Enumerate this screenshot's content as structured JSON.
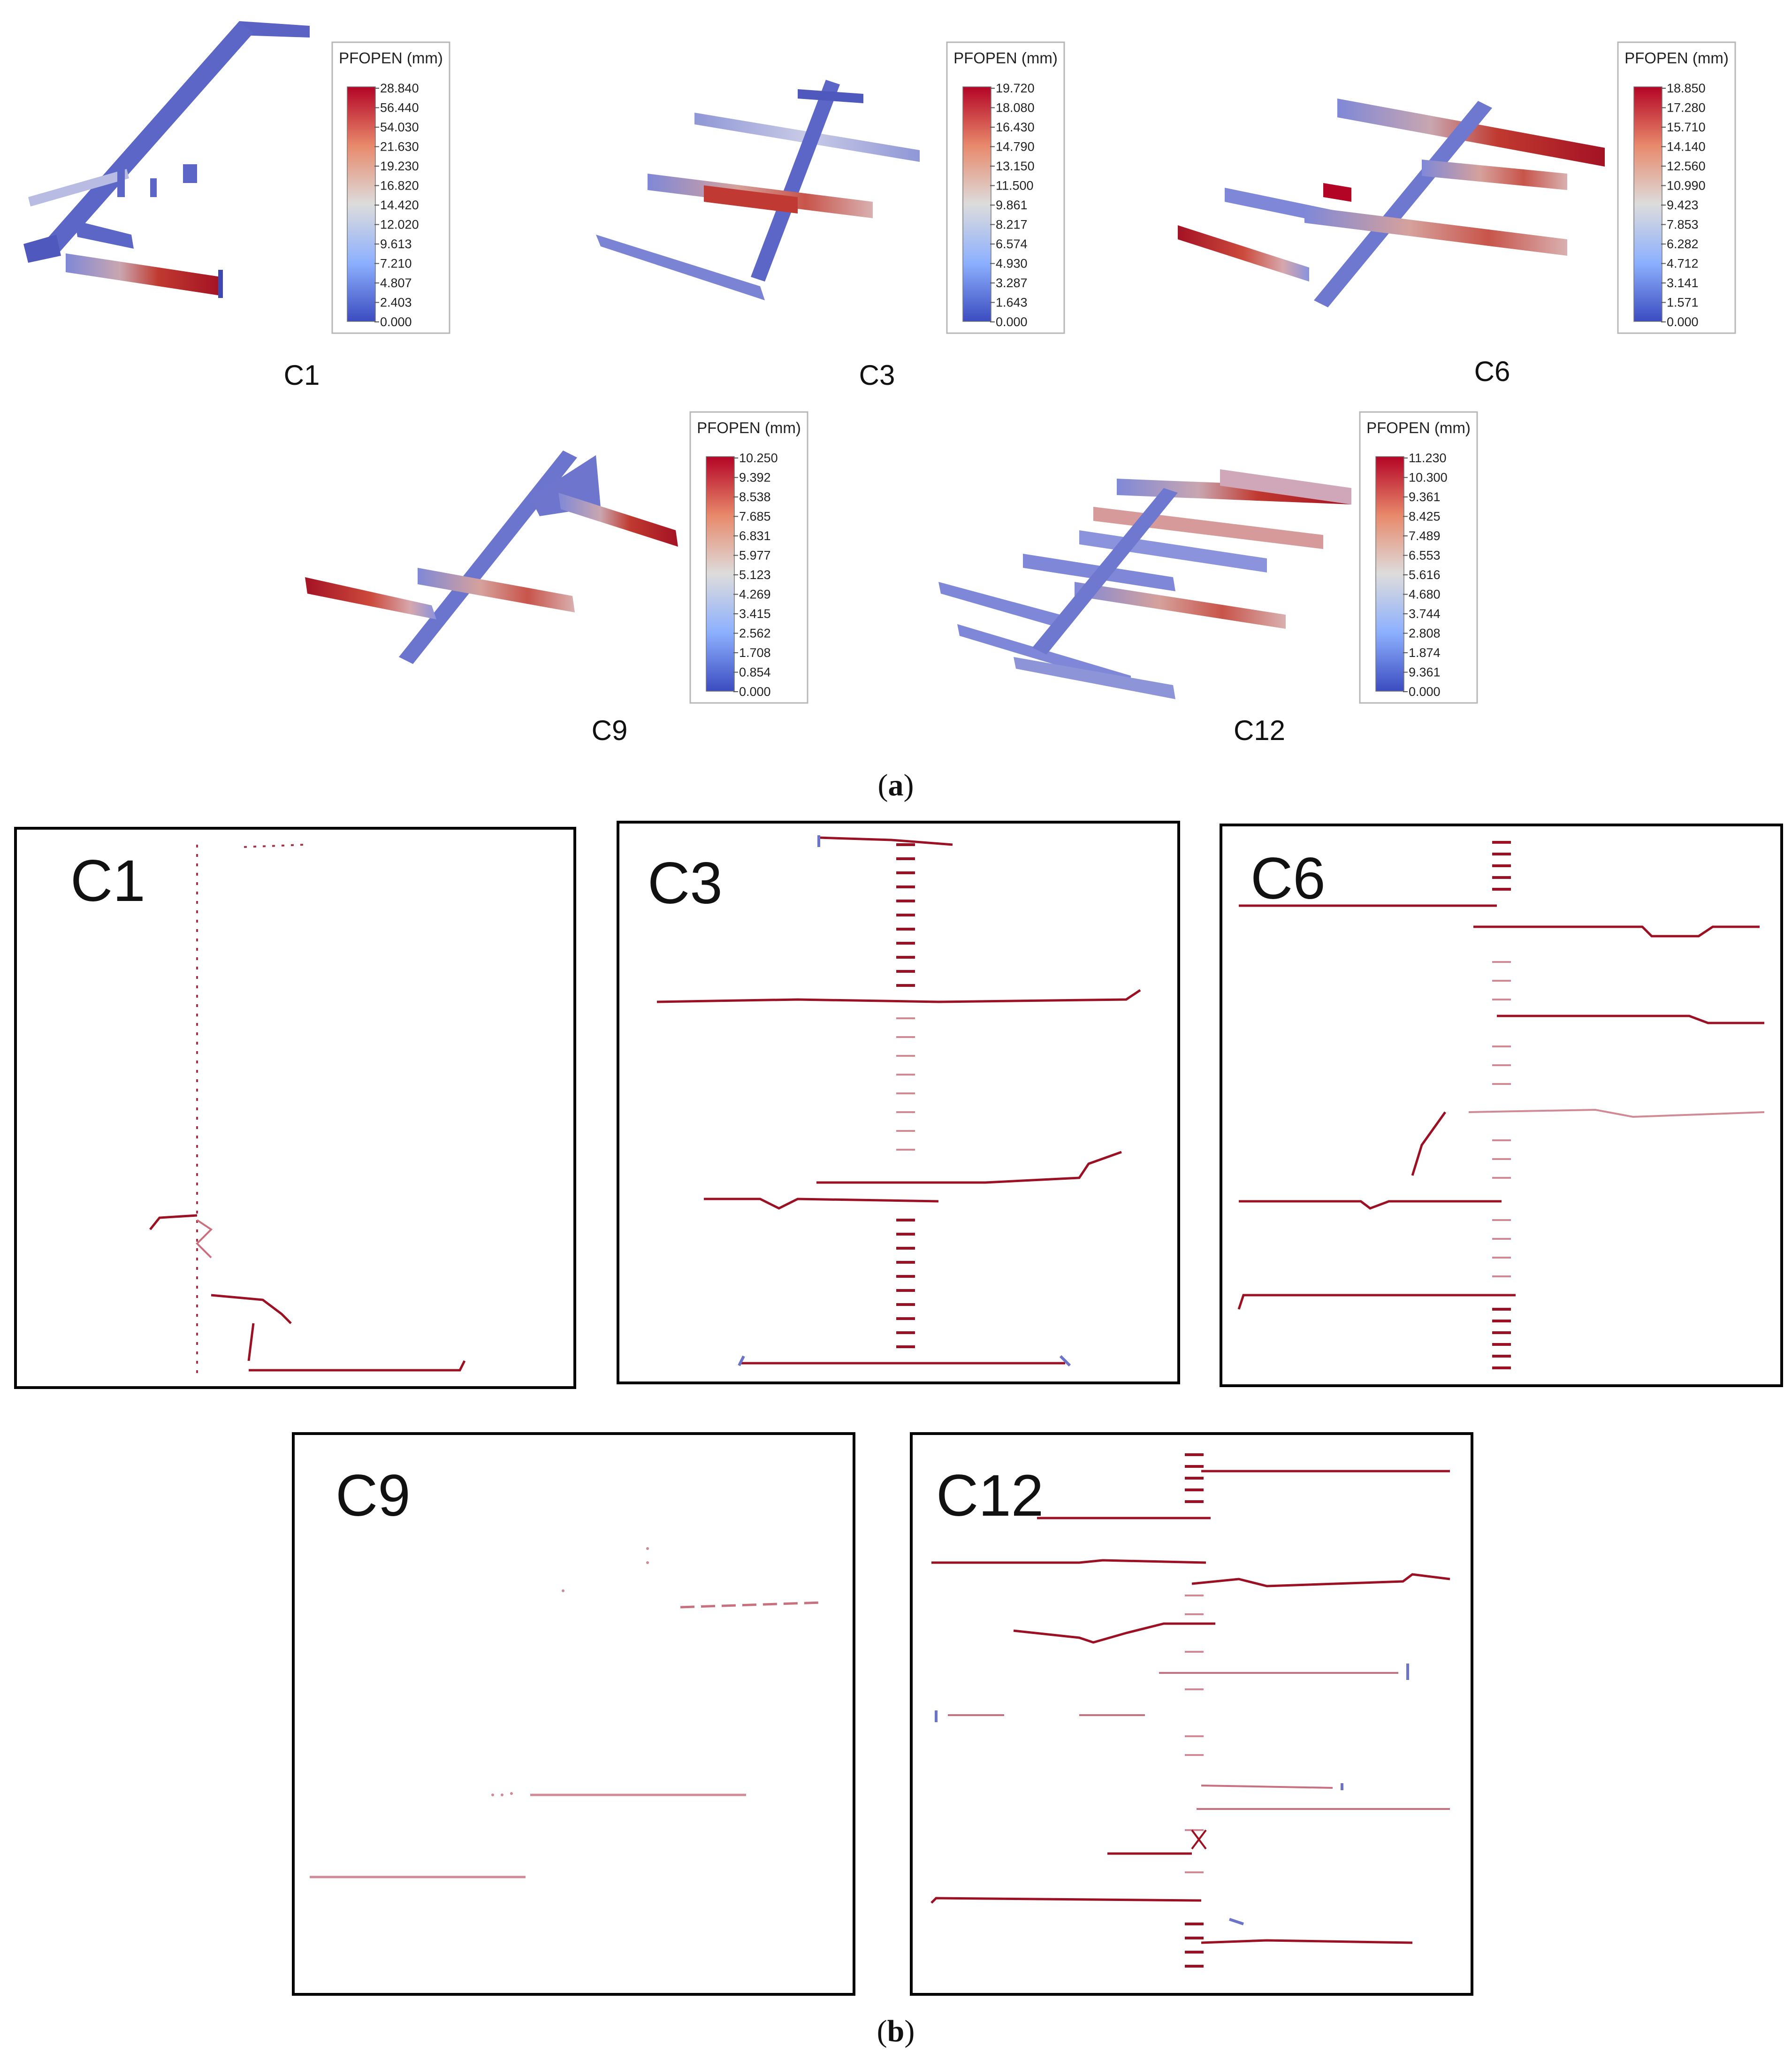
{
  "panel_a": {
    "label": "(a)",
    "label_parts": {
      "open": "(",
      "letter": "a",
      "close": ")"
    },
    "cases": [
      {
        "id": "C1",
        "legend_title": "PFOPEN (mm)",
        "legend_values": [
          "28.840",
          "56.440",
          "54.030",
          "21.630",
          "19.230",
          "16.820",
          "14.420",
          "12.020",
          "9.613",
          "7.210",
          "4.807",
          "2.403",
          "0.000"
        ]
      },
      {
        "id": "C3",
        "legend_title": "PFOPEN (mm)",
        "legend_values": [
          "19.720",
          "18.080",
          "16.430",
          "14.790",
          "13.150",
          "11.500",
          "9.861",
          "8.217",
          "6.574",
          "4.930",
          "3.287",
          "1.643",
          "0.000"
        ]
      },
      {
        "id": "C6",
        "legend_title": "PFOPEN (mm)",
        "legend_values": [
          "18.850",
          "17.280",
          "15.710",
          "14.140",
          "12.560",
          "10.990",
          "9.423",
          "7.853",
          "6.282",
          "4.712",
          "3.141",
          "1.571",
          "0.000"
        ]
      },
      {
        "id": "C9",
        "legend_title": "PFOPEN (mm)",
        "legend_values": [
          "10.250",
          "9.392",
          "8.538",
          "7.685",
          "6.831",
          "5.977",
          "5.123",
          "4.269",
          "3.415",
          "2.562",
          "1.708",
          "0.854",
          "0.000"
        ]
      },
      {
        "id": "C12",
        "legend_title": "PFOPEN (mm)",
        "legend_values": [
          "11.230",
          "10.300",
          "9.361",
          "8.425",
          "7.489",
          "6.553",
          "5.616",
          "4.680",
          "3.744",
          "2.808",
          "1.874",
          "9.361",
          "0.000"
        ]
      }
    ]
  },
  "panel_b": {
    "label": "(b)",
    "label_parts": {
      "open": "(",
      "letter": "b",
      "close": ")"
    },
    "cases": [
      "C1",
      "C3",
      "C6",
      "C9",
      "C12"
    ]
  },
  "colors": {
    "fracture_dark_red": "#9b1022",
    "fracture_pink": "#d08a96",
    "fracture_blue": "#6b74c8",
    "legend_top": "#b40426",
    "legend_mid": "#dddcdc",
    "legend_bottom": "#3b4cc0",
    "frame": "#000000"
  }
}
